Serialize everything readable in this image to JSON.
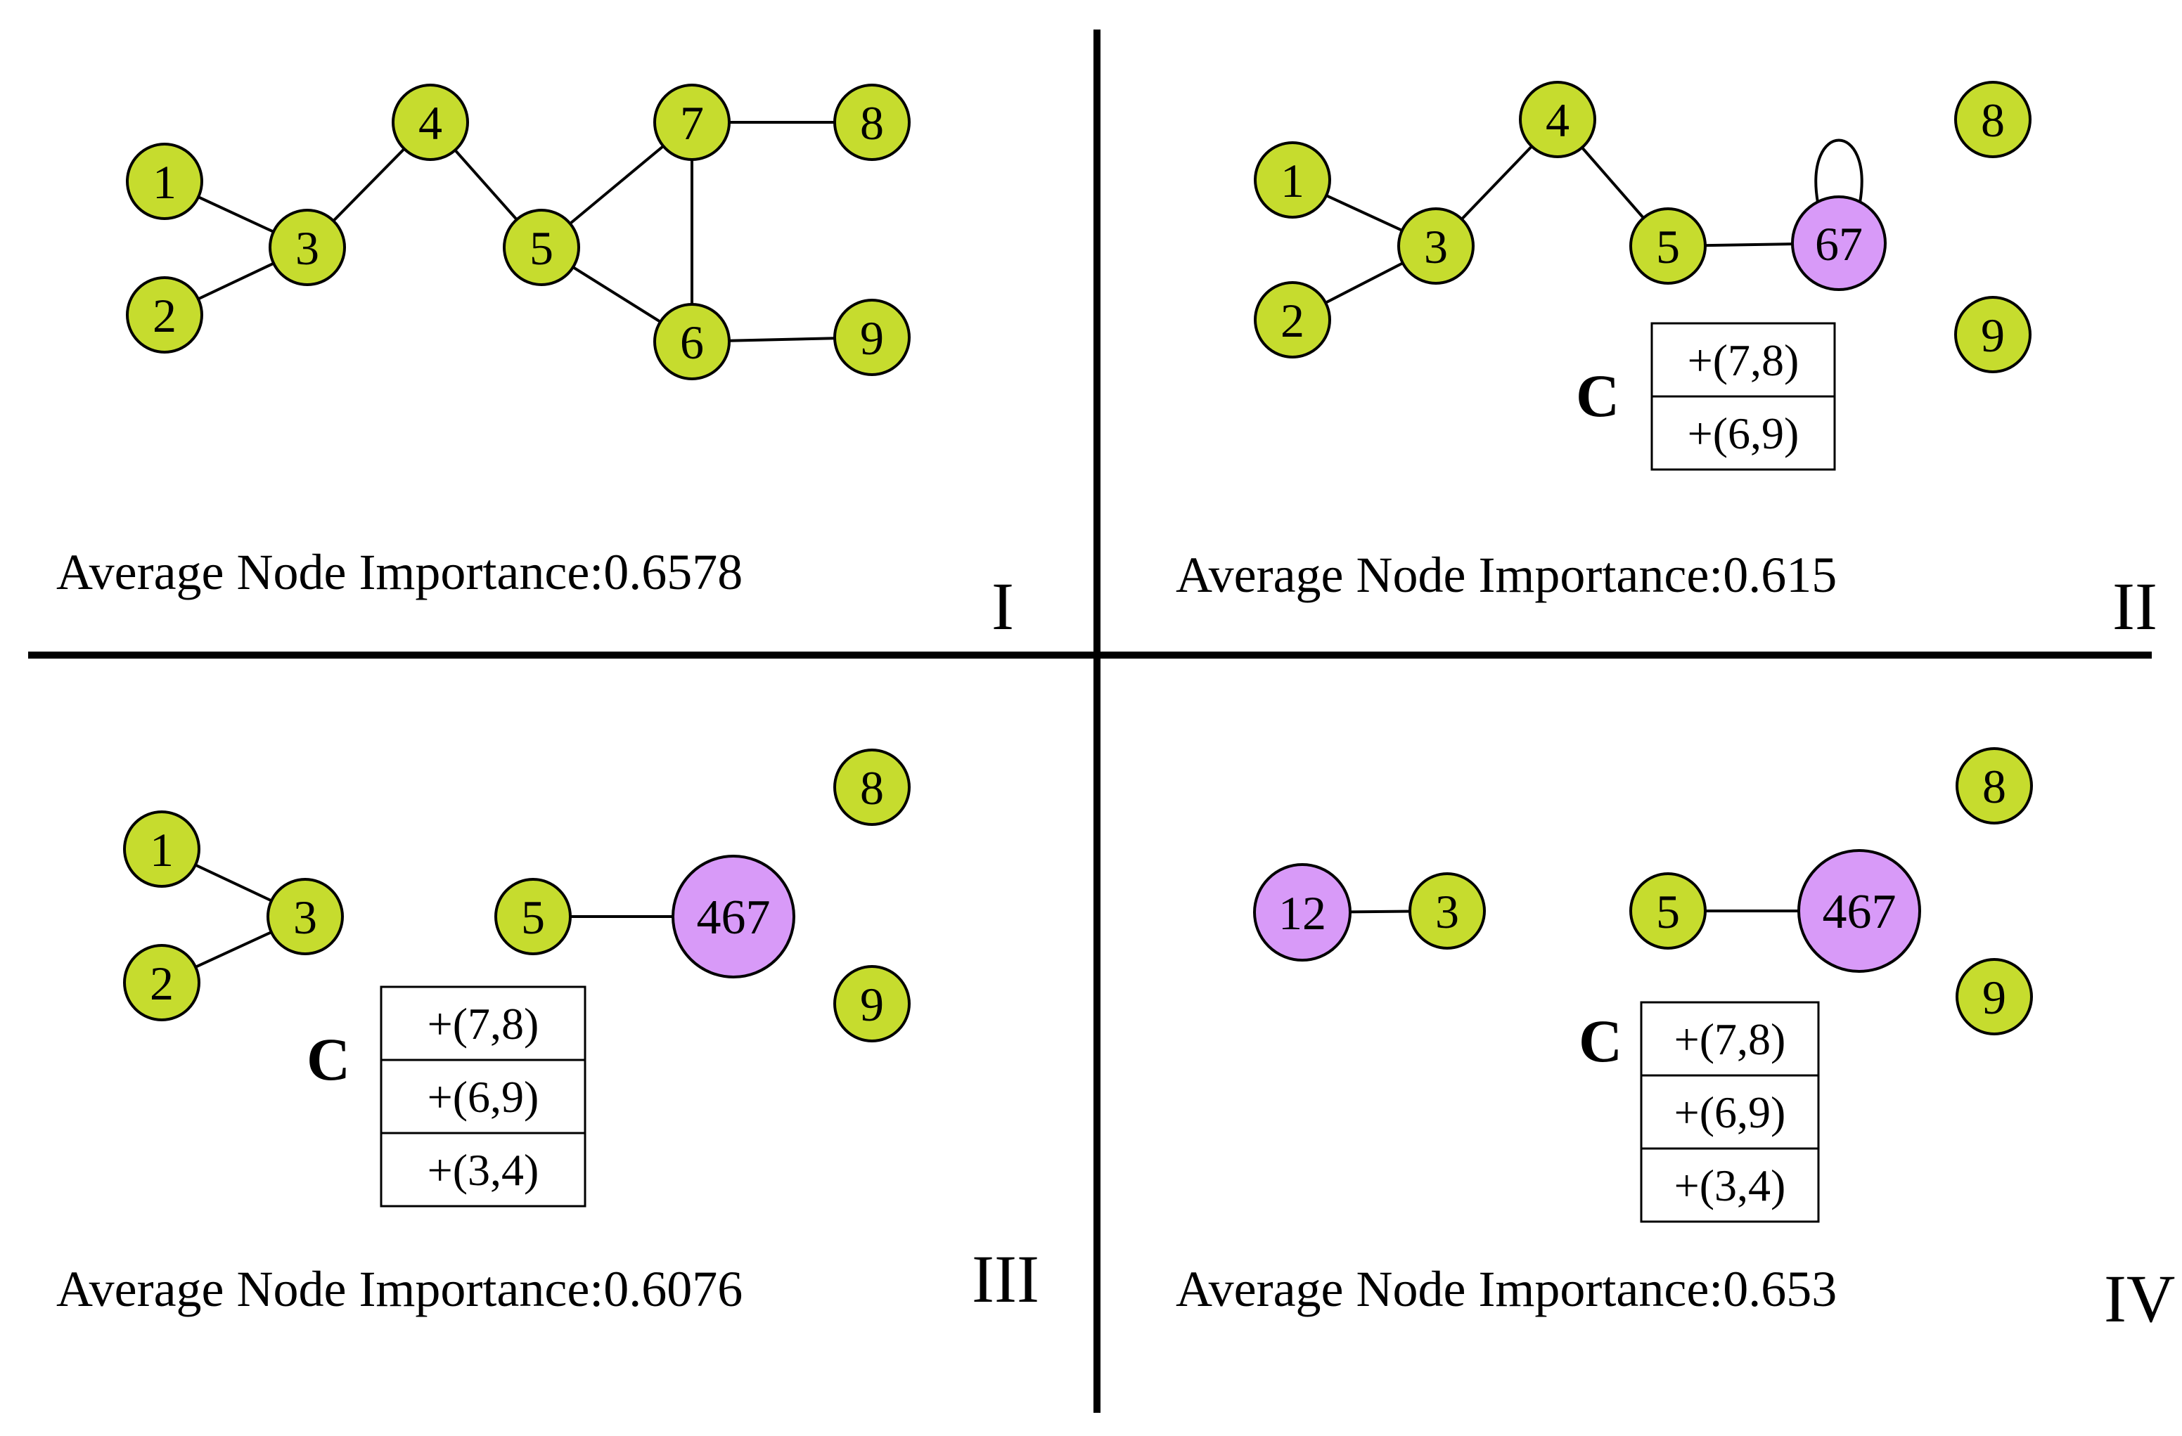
{
  "colors": {
    "node_fill": "#c6dc2e",
    "merged_fill": "#d89af8",
    "stroke": "#000000",
    "background": "#ffffff"
  },
  "panels": [
    {
      "id": "I",
      "numeral": "I",
      "caption": "Average Node Importance:0.6578",
      "nodes": [
        {
          "id": "1",
          "label": "1",
          "merged": false
        },
        {
          "id": "2",
          "label": "2",
          "merged": false
        },
        {
          "id": "3",
          "label": "3",
          "merged": false
        },
        {
          "id": "4",
          "label": "4",
          "merged": false
        },
        {
          "id": "5",
          "label": "5",
          "merged": false
        },
        {
          "id": "6",
          "label": "6",
          "merged": false
        },
        {
          "id": "7",
          "label": "7",
          "merged": false
        },
        {
          "id": "8",
          "label": "8",
          "merged": false
        },
        {
          "id": "9",
          "label": "9",
          "merged": false
        }
      ],
      "edges": [
        [
          "1",
          "3"
        ],
        [
          "2",
          "3"
        ],
        [
          "3",
          "4"
        ],
        [
          "4",
          "5"
        ],
        [
          "5",
          "7"
        ],
        [
          "5",
          "6"
        ],
        [
          "7",
          "6"
        ],
        [
          "7",
          "8"
        ],
        [
          "6",
          "9"
        ]
      ],
      "self_loops": [],
      "correction_label": "",
      "corrections": []
    },
    {
      "id": "II",
      "numeral": "II",
      "caption": "Average Node Importance:0.615",
      "nodes": [
        {
          "id": "1",
          "label": "1",
          "merged": false
        },
        {
          "id": "2",
          "label": "2",
          "merged": false
        },
        {
          "id": "3",
          "label": "3",
          "merged": false
        },
        {
          "id": "4",
          "label": "4",
          "merged": false
        },
        {
          "id": "5",
          "label": "5",
          "merged": false
        },
        {
          "id": "67",
          "label": "67",
          "merged": true
        },
        {
          "id": "8",
          "label": "8",
          "merged": false
        },
        {
          "id": "9",
          "label": "9",
          "merged": false
        }
      ],
      "edges": [
        [
          "1",
          "3"
        ],
        [
          "2",
          "3"
        ],
        [
          "3",
          "4"
        ],
        [
          "4",
          "5"
        ],
        [
          "5",
          "67"
        ]
      ],
      "self_loops": [
        "67"
      ],
      "correction_label": "C",
      "corrections": [
        "+(7,8)",
        "+(6,9)"
      ]
    },
    {
      "id": "III",
      "numeral": "III",
      "caption": "Average Node Importance:0.6076",
      "nodes": [
        {
          "id": "1",
          "label": "1",
          "merged": false
        },
        {
          "id": "2",
          "label": "2",
          "merged": false
        },
        {
          "id": "3",
          "label": "3",
          "merged": false
        },
        {
          "id": "5",
          "label": "5",
          "merged": false
        },
        {
          "id": "467",
          "label": "467",
          "merged": true
        },
        {
          "id": "8",
          "label": "8",
          "merged": false
        },
        {
          "id": "9",
          "label": "9",
          "merged": false
        }
      ],
      "edges": [
        [
          "1",
          "3"
        ],
        [
          "2",
          "3"
        ],
        [
          "5",
          "467"
        ]
      ],
      "self_loops": [],
      "correction_label": "C",
      "corrections": [
        "+(7,8)",
        "+(6,9)",
        "+(3,4)"
      ]
    },
    {
      "id": "IV",
      "numeral": "IV",
      "caption": "Average Node Importance:0.653",
      "nodes": [
        {
          "id": "12",
          "label": "12",
          "merged": true
        },
        {
          "id": "3",
          "label": "3",
          "merged": false
        },
        {
          "id": "5",
          "label": "5",
          "merged": false
        },
        {
          "id": "467",
          "label": "467",
          "merged": true
        },
        {
          "id": "8",
          "label": "8",
          "merged": false
        },
        {
          "id": "9",
          "label": "9",
          "merged": false
        }
      ],
      "edges": [
        [
          "12",
          "3"
        ],
        [
          "5",
          "467"
        ]
      ],
      "self_loops": [],
      "correction_label": "C",
      "corrections": [
        "+(7,8)",
        "+(6,9)",
        "+(3,4)"
      ]
    }
  ]
}
